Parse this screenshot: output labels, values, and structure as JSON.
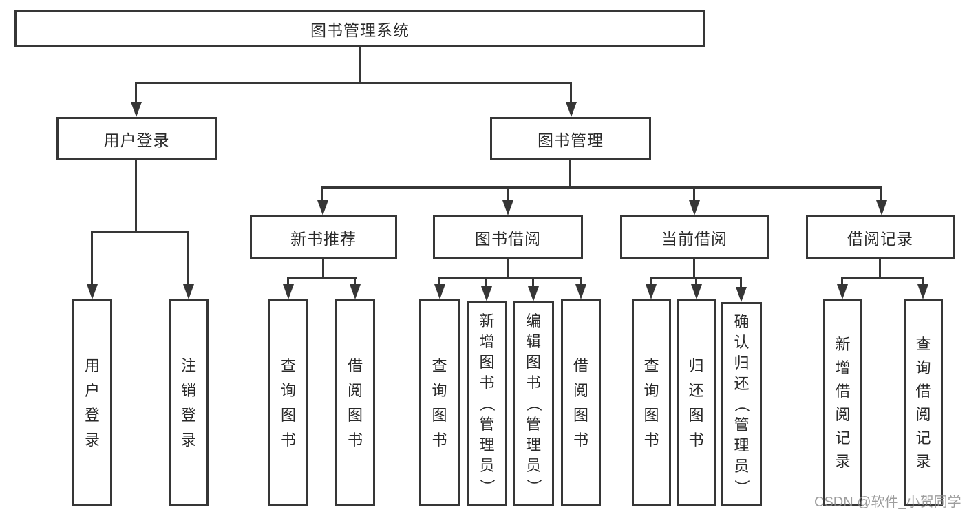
{
  "diagram_title": "图书管理系统",
  "watermark": "CSDN @软件_小贺同学",
  "colors": {
    "border": "#363636",
    "text": "#2a2a2a",
    "background": "#ffffff",
    "watermark": "#8c8c8c"
  },
  "nodes": {
    "root": "图书管理系统",
    "user_login": "用户登录",
    "book_mgmt": "图书管理",
    "new_book_rec": "新书推荐",
    "book_borrow": "图书借阅",
    "current_borrow": "当前借阅",
    "borrow_record": "借阅记录",
    "leaf_user_login": "用户登录",
    "leaf_logout": "注销登录",
    "rec_query_book": "查询图书",
    "rec_borrow_book": "借阅图书",
    "bb_query_book": "查询图书",
    "bb_add_book": "新增图书（管理员）",
    "bb_edit_book": "编辑图书（管理员）",
    "bb_borrow_book": "借阅图书",
    "cb_query_book": "查询图书",
    "cb_return_book": "归还图书",
    "cb_confirm_return": "确认归还（管理员）",
    "br_add_record": "新增借阅记录",
    "br_query_record": "查询借阅记录"
  },
  "hierarchy": {
    "图书管理系统": {
      "用户登录": [
        "用户登录",
        "注销登录"
      ],
      "图书管理": {
        "新书推荐": [
          "查询图书",
          "借阅图书"
        ],
        "图书借阅": [
          "查询图书",
          "新增图书（管理员）",
          "编辑图书（管理员）",
          "借阅图书"
        ],
        "当前借阅": [
          "查询图书",
          "归还图书",
          "确认归还（管理员）"
        ],
        "借阅记录": [
          "新增借阅记录",
          "查询借阅记录"
        ]
      }
    }
  }
}
